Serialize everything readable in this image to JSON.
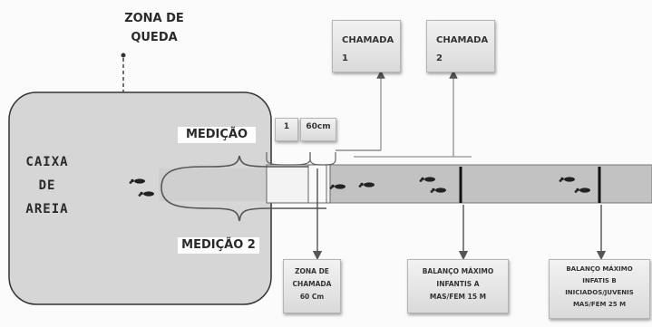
{
  "labels": {
    "zona_de_queda": "ZONA DE\nQUEDA",
    "chamada_1": "CHAMADA\n1",
    "chamada_2": "CHAMADA\n2",
    "caixa_de_areia": "CAIXA\nDE\nAREIA",
    "medicao": "MEDIÇÃO",
    "medicao_2": "MEDIÇÃO 2",
    "one": "1",
    "sixty_cm": "60cm",
    "zona_de_chamada": "ZONA DE\nCHAMADA\n60 Cm",
    "balanco_infantis_a": "BALANÇO MÁXIMO\nINFANTIS A\nMAS/FEM 15 M",
    "balanco_infantis_b": "BALANÇO MÁXIMO\nINFATIS B\nINICIADOS/JUVENIS\nMAS/FEM 25 M"
  },
  "colors": {
    "sand_pit_fill": "#d6d6d6",
    "runway_fill": "#c2c2c2",
    "box_gradient_top": "#f2f2f2",
    "box_gradient_bottom": "#dadada",
    "line": "#444444",
    "footprint": "#222222"
  },
  "icons": [
    "footprint-icon",
    "arrow-up-icon",
    "arrow-down-icon",
    "curly-brace-icon"
  ]
}
